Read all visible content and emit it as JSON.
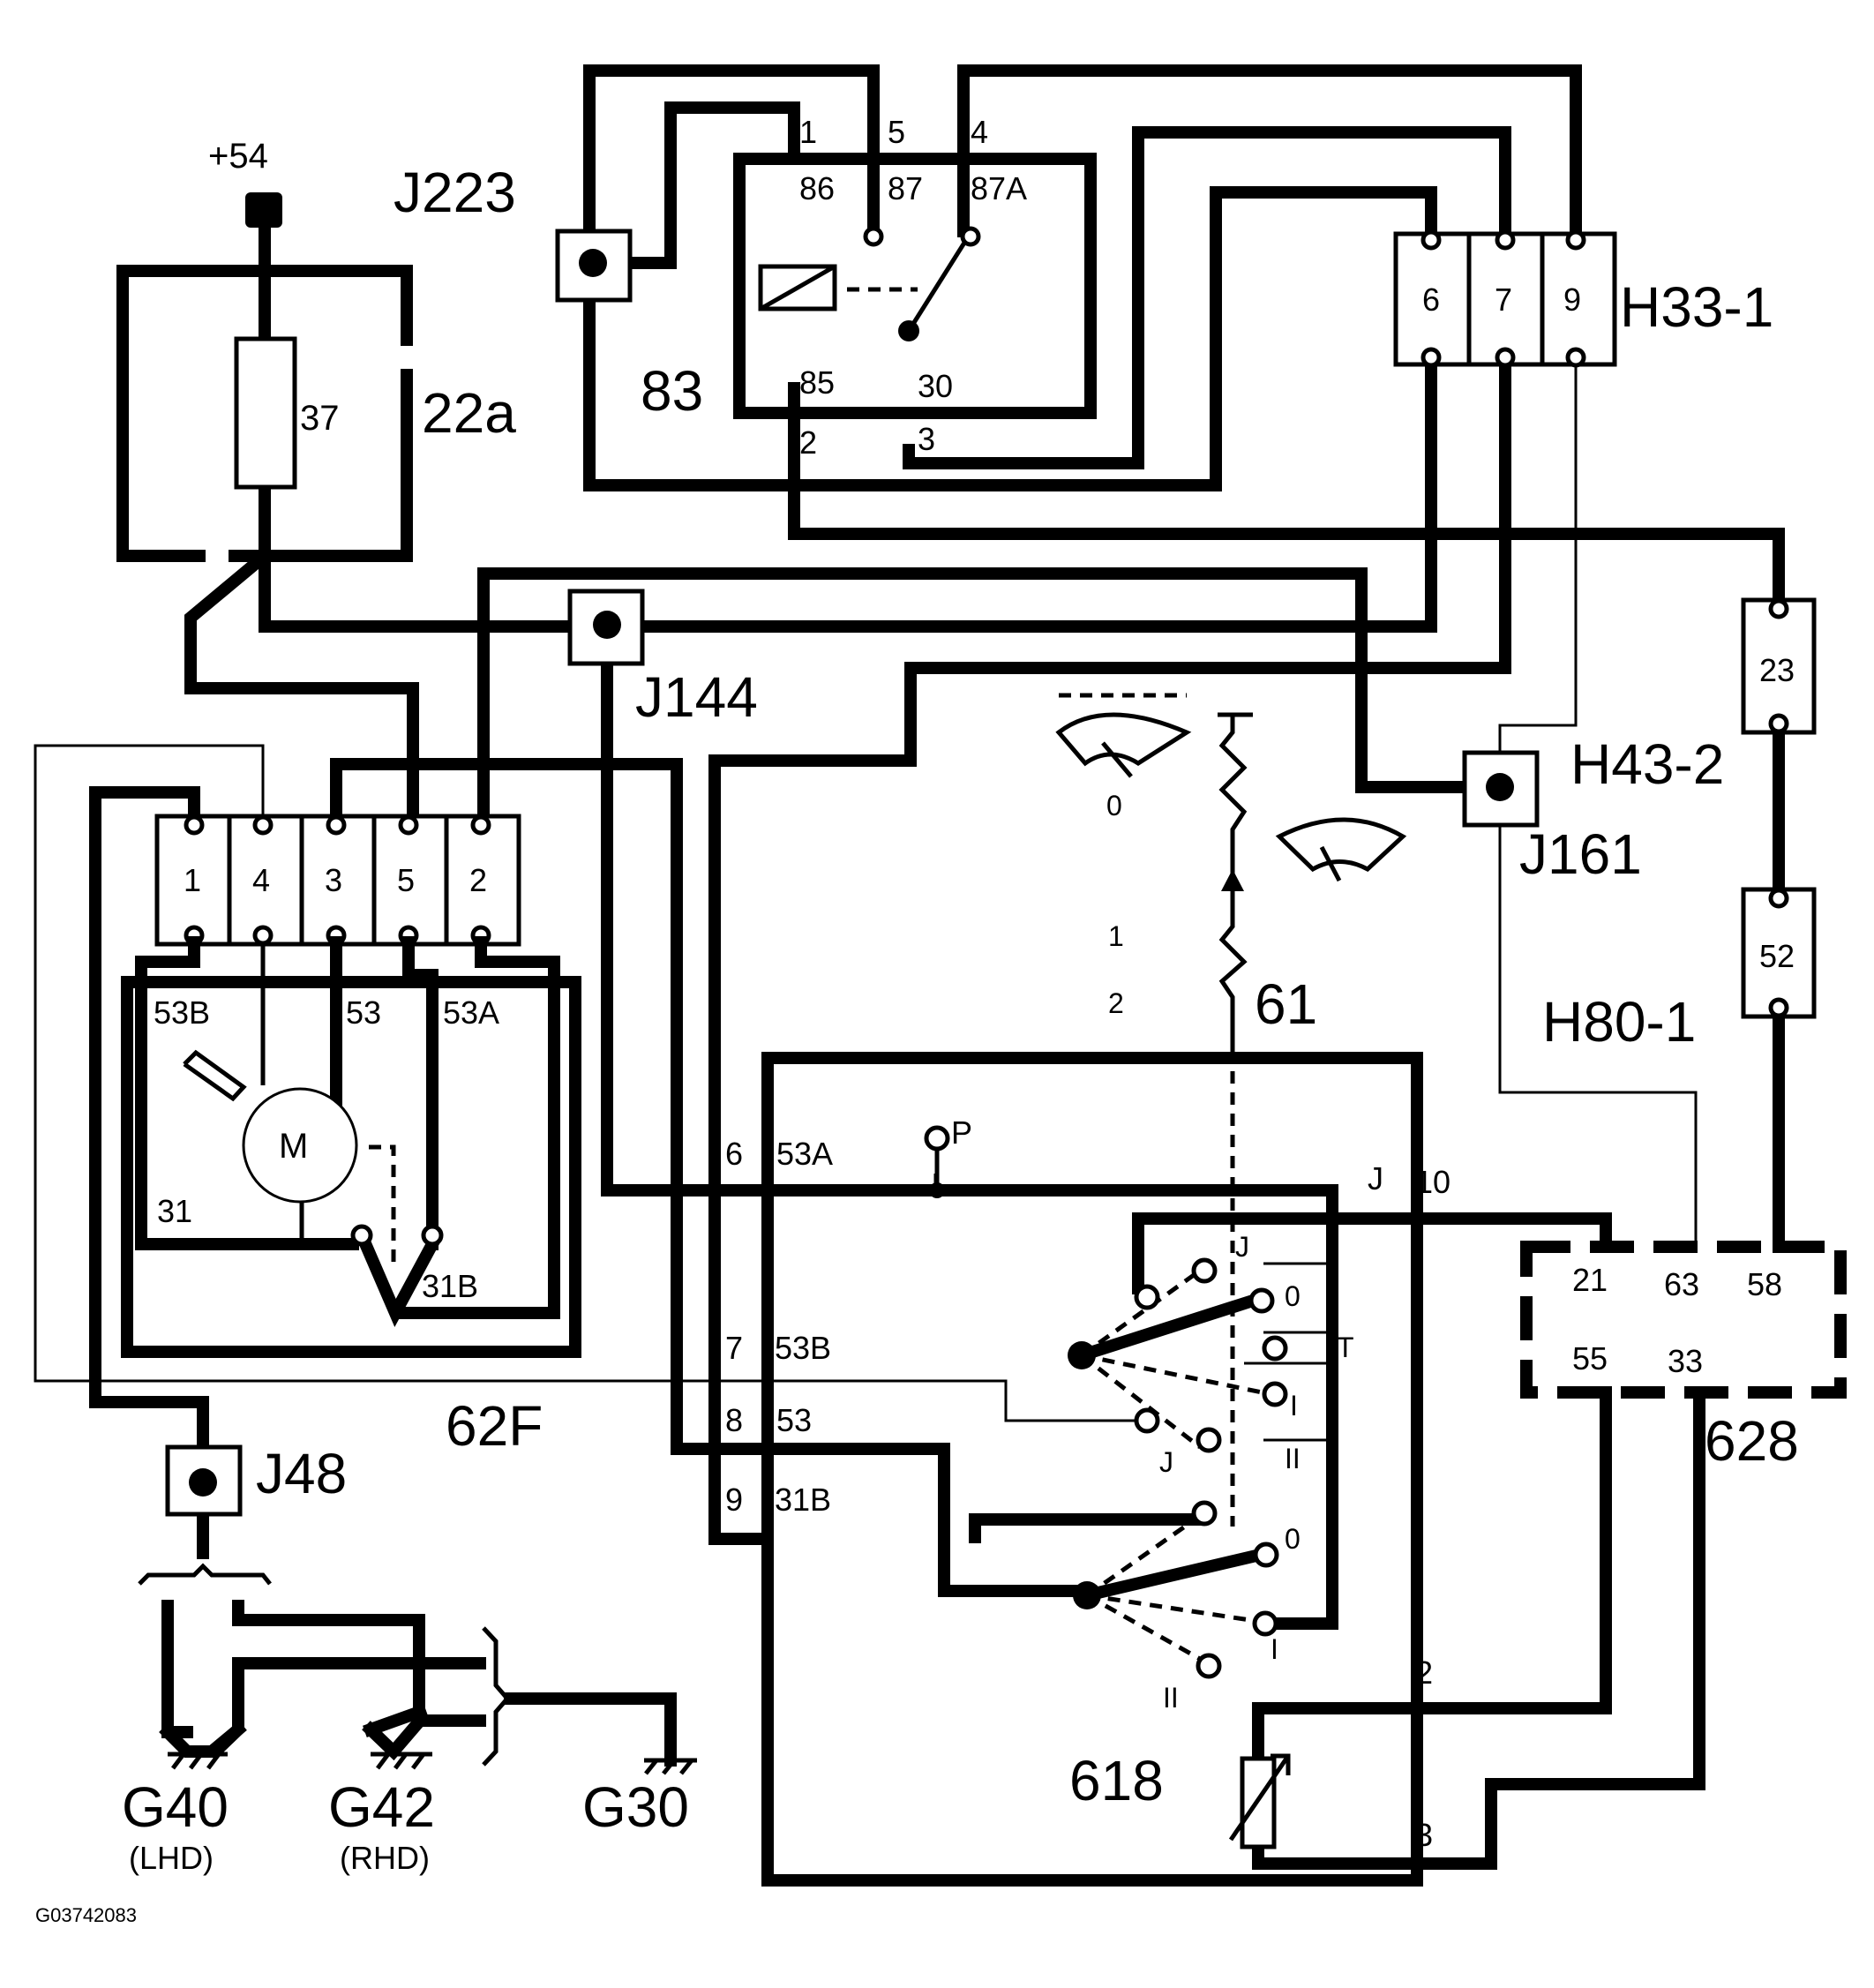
{
  "labels": {
    "supply": "+54",
    "j223": "J223",
    "relay": "83",
    "fuse_box": "22a",
    "fuse": "37",
    "h33": "H33-1",
    "j144": "J144",
    "h43": "H43-2",
    "j161": "J161",
    "h80": "H80-1",
    "switch": "61",
    "motor_unit": "62F",
    "j48": "J48",
    "module": "628",
    "sensor": "618",
    "g40": "G40",
    "g40_sub": "(LHD)",
    "g42": "G42",
    "g42_sub": "(RHD)",
    "g30": "G30",
    "figure_id": "G03742083"
  },
  "relay_pins": {
    "p1": "1",
    "p86": "86",
    "p5": "5",
    "p87": "87",
    "p4": "4",
    "p87a": "87A",
    "p85": "85",
    "p2": "2",
    "p30": "30",
    "p3": "3"
  },
  "h33_pins": [
    "6",
    "7",
    "9"
  ],
  "h43_pin": "23",
  "h80_pin": "52",
  "motor_pins": [
    "1",
    "4",
    "3",
    "5",
    "2"
  ],
  "motor_labels": {
    "t53b": "53B",
    "t53": "53",
    "t53a": "53A",
    "t31": "31",
    "t31b": "31B",
    "motor": "M"
  },
  "switch_positions": {
    "p0": "0",
    "p1": "1",
    "p2": "2"
  },
  "switch_pins": {
    "n6": "6",
    "l53a": "53A",
    "p": "P",
    "n7": "7",
    "l53b": "53B",
    "n8": "8",
    "l53": "53",
    "n9": "9",
    "l31b": "31B",
    "j": "J",
    "n10": "10",
    "n2": "2",
    "n3": "3",
    "c_j": "J",
    "c_0": "0",
    "c_t": "T",
    "c_i": "I",
    "c_ii": "II",
    "c_j2": "J",
    "d_0": "0",
    "d_i": "I",
    "d_ii": "II"
  },
  "module_pins": {
    "p21": "21",
    "p63": "63",
    "p58": "58",
    "p55": "55",
    "p33": "33"
  }
}
